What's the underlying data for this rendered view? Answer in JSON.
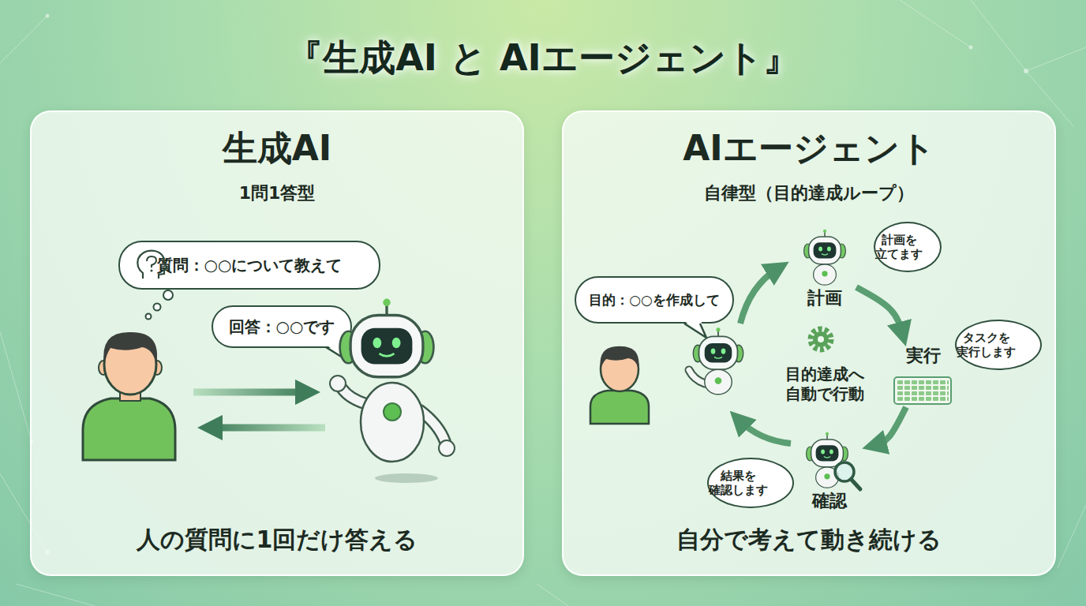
{
  "diagram": {
    "title": "『生成AI と AIエージェント』",
    "nodes": [
      {
        "text": [
          "生成AI",
          "1問1答型",
          "人の質問に1回だけ答える"
        ]
      },
      {
        "text": [
          "質問：○○について教えて"
        ],
        "in": 0
      },
      {
        "text": [
          "回答：○○です"
        ],
        "in": 0
      },
      {
        "text": [
          "AIエージェント",
          "自律型（目的達成ループ）",
          "自分で考えて動き続ける"
        ]
      },
      {
        "text": [
          "目的：○○を作成して"
        ],
        "in": 3
      },
      {
        "text": [
          "計画"
        ],
        "in": 3
      },
      {
        "text": [
          "計画を 立てます"
        ],
        "in": 3
      },
      {
        "text": [
          "実行"
        ],
        "in": 3
      },
      {
        "text": [
          "タスクを 実行します"
        ],
        "in": 3
      },
      {
        "text": [
          "確認"
        ],
        "in": 3
      },
      {
        "text": [
          "結果を 確認します"
        ],
        "in": 3
      }
    ],
    "edges": [
      {
        "from": 5,
        "to": 7,
        "arrow": "to"
      },
      {
        "from": 7,
        "to": 9,
        "arrow": "to"
      }
    ],
    "labels": [
      "目的達成へ 自動で行動"
    ]
  }
}
